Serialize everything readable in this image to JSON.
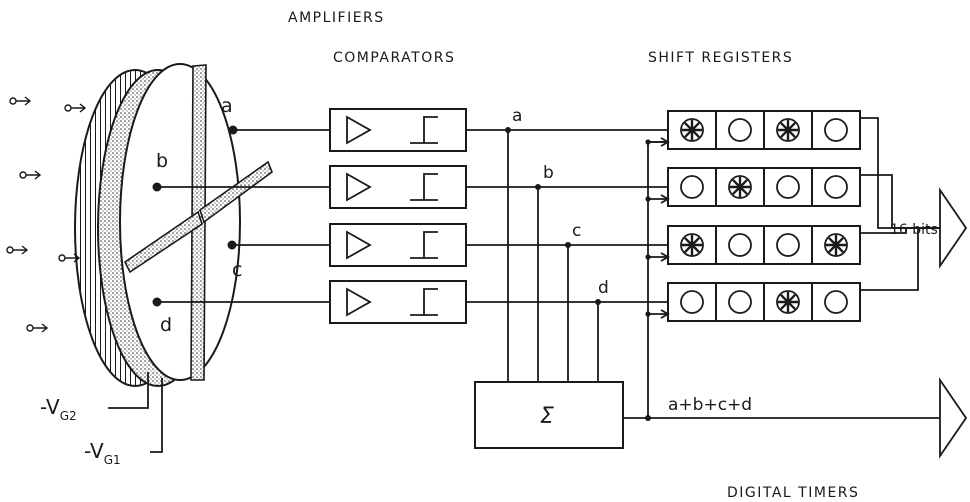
{
  "headers": {
    "amplifiers": "AMPLIFIERS",
    "comparators": "COMPARATORS",
    "shift_registers": "SHIFT REGISTERS",
    "digital_timers": "DIGITAL TIMERS"
  },
  "detector": {
    "segments": [
      "a",
      "b",
      "c",
      "d"
    ],
    "vg2_main": "-V",
    "vg2_sub": "G2",
    "vg1_main": "-V",
    "vg1_sub": "G1"
  },
  "channels": [
    "a",
    "b",
    "c",
    "d"
  ],
  "sum_symbol": "Σ",
  "sum_output": "a+b+c+d",
  "output_bits": "16 bits",
  "registers": [
    [
      true,
      false,
      true,
      false
    ],
    [
      false,
      true,
      false,
      false
    ],
    [
      true,
      false,
      false,
      true
    ],
    [
      false,
      false,
      true,
      false
    ]
  ]
}
